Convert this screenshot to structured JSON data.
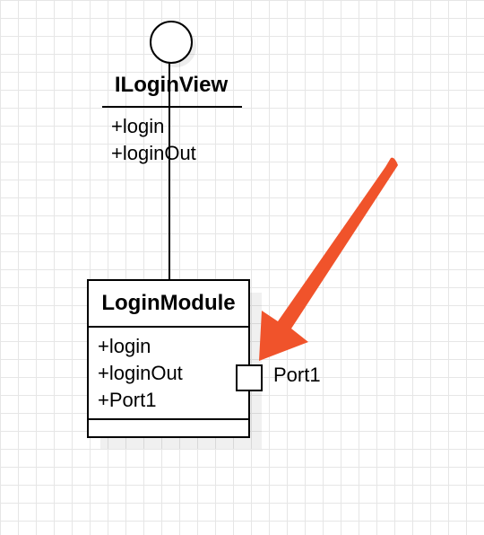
{
  "interface": {
    "name": "ILoginView",
    "operations": [
      "+login",
      "+loginOut"
    ]
  },
  "module": {
    "name": "LoginModule",
    "operations": [
      "+login",
      "+loginOut",
      "+Port1"
    ]
  },
  "port": {
    "label": "Port1"
  },
  "colors": {
    "arrow": "#f0532b",
    "grid": "#e6e6e6",
    "line": "#000000"
  }
}
